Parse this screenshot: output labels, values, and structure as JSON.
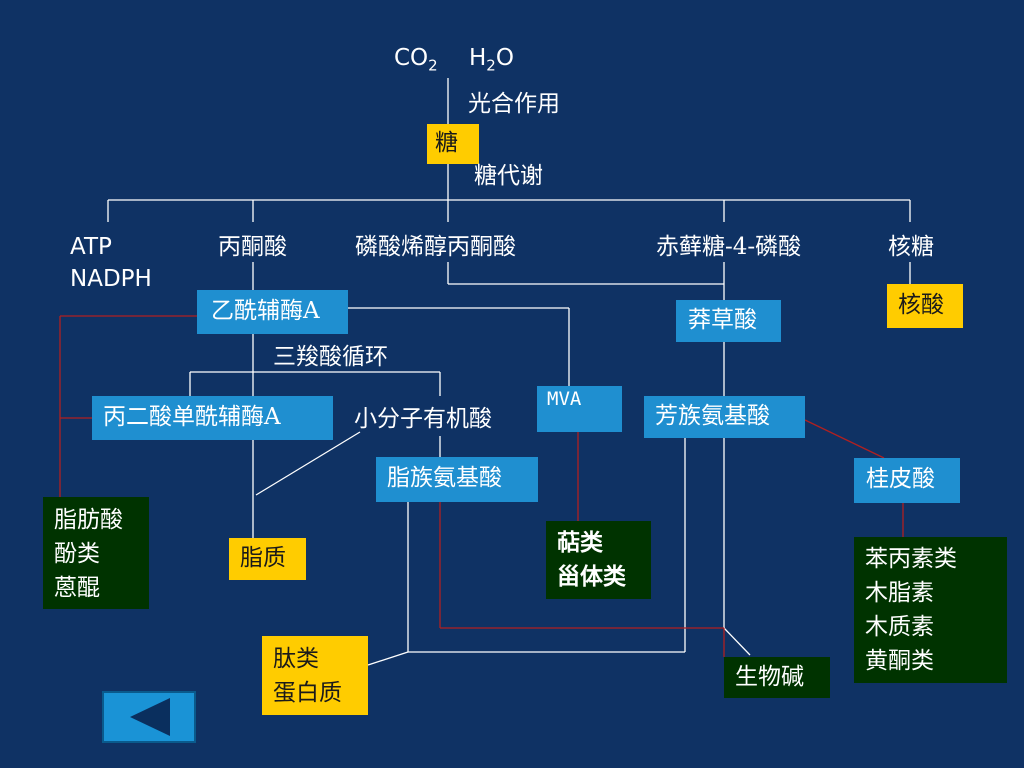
{
  "top": {
    "co2": "CO",
    "co2_sub": "2",
    "h2o_a": "H",
    "h2o_sub": "2",
    "h2o_b": "O"
  },
  "labels": {
    "photosynthesis": "光合作用",
    "sugar_metabolism": "糖代谢",
    "atp": "ATP",
    "nadph": "NADPH",
    "pyruvate": "丙酮酸",
    "pep": "磷酸烯醇丙酮酸",
    "erythrose": "赤藓糖-4-磷酸",
    "ribose": "核糖",
    "tca": "三羧酸循环",
    "small_acids": "小分子有机酸"
  },
  "boxes": {
    "sugar": "糖",
    "acetyl_coa": "乙酰辅酶A",
    "nucleic_acid": "核酸",
    "shikimic": "莽草酸",
    "malonyl_coa": "丙二酸单酰辅酶A",
    "mva": "MVA",
    "aromatic_aa": "芳族氨基酸",
    "aliphatic_aa": "脂族氨基酸",
    "cinnamic": "桂皮酸",
    "lipid": "脂质",
    "alkaloid": "生物碱"
  },
  "fatty_box": [
    "脂肪酸",
    "酚类",
    "蒽醌"
  ],
  "terpene_box": [
    "萜类",
    "甾体类"
  ],
  "peptide_box": [
    "肽类",
    "蛋白质"
  ],
  "phenyl_box": [
    "苯丙素类",
    "木脂素",
    "木质素",
    "黄酮类"
  ],
  "colors": {
    "background": "#0f3264",
    "line_white": "#ffffff",
    "line_red": "#b02020",
    "box_blue": "#1f8fd0",
    "box_yellow": "#ffcc00",
    "box_green": "#003300"
  },
  "nav": {
    "back_icon": "triangle-left-icon"
  }
}
